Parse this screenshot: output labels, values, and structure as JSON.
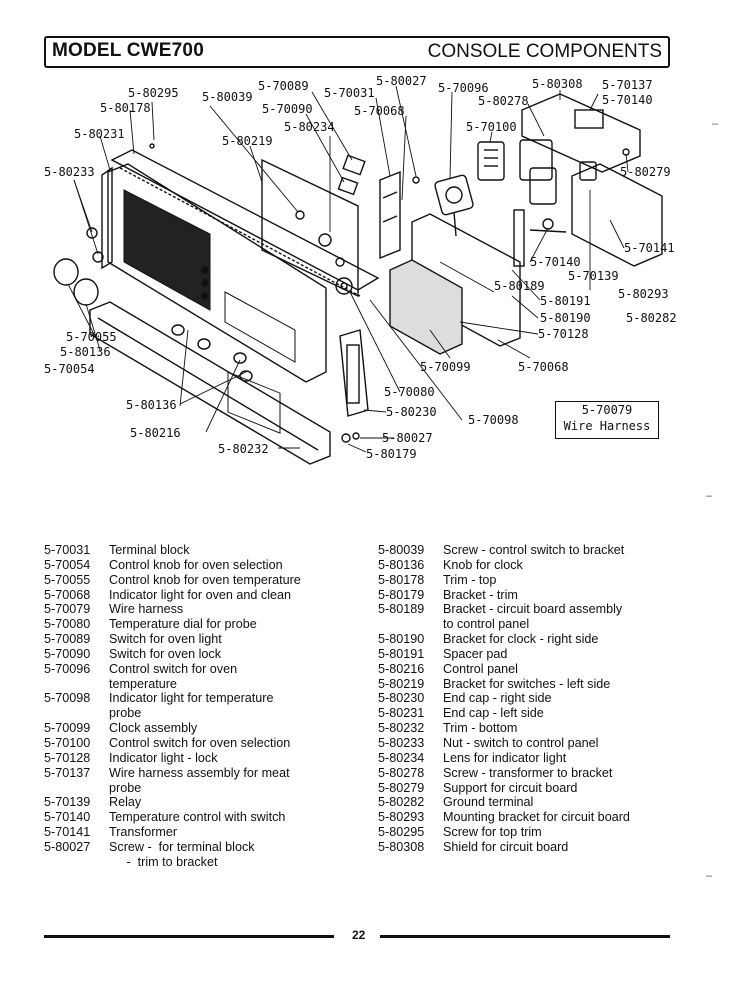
{
  "header": {
    "model": "MODEL CWE700",
    "section": "CONSOLE COMPONENTS"
  },
  "callouts": [
    {
      "id": "c1",
      "text": "5-80295"
    },
    {
      "id": "c2",
      "text": "5-80178"
    },
    {
      "id": "c3",
      "text": "5-80231"
    },
    {
      "id": "c4",
      "text": "5-80233"
    },
    {
      "id": "c5",
      "text": "5-80039"
    },
    {
      "id": "c6",
      "text": "5-80219"
    },
    {
      "id": "c7",
      "text": "5-70089"
    },
    {
      "id": "c8",
      "text": "5-70090"
    },
    {
      "id": "c9",
      "text": "5-80234"
    },
    {
      "id": "c10",
      "text": "5-70031"
    },
    {
      "id": "c11",
      "text": "5-80027"
    },
    {
      "id": "c12",
      "text": "5-70068"
    },
    {
      "id": "c13",
      "text": "5-70096"
    },
    {
      "id": "c14",
      "text": "5-80278"
    },
    {
      "id": "c15",
      "text": "5-80308"
    },
    {
      "id": "c16",
      "text": "5-70137"
    },
    {
      "id": "c17",
      "text": "5-70140"
    },
    {
      "id": "c18",
      "text": "5-70100"
    },
    {
      "id": "c19",
      "text": "5-80279"
    },
    {
      "id": "c20",
      "text": "5-70141"
    },
    {
      "id": "c21",
      "text": "5-70140"
    },
    {
      "id": "c22",
      "text": "5-70139"
    },
    {
      "id": "c23",
      "text": "5-80293"
    },
    {
      "id": "c24",
      "text": "5-80189"
    },
    {
      "id": "c25",
      "text": "5-80191"
    },
    {
      "id": "c26",
      "text": "5-80190"
    },
    {
      "id": "c27",
      "text": "5-80282"
    },
    {
      "id": "c28",
      "text": "5-70128"
    },
    {
      "id": "c29",
      "text": "5-70099"
    },
    {
      "id": "c30",
      "text": "5-70068"
    },
    {
      "id": "c31",
      "text": "5-70055"
    },
    {
      "id": "c32",
      "text": "5-80136"
    },
    {
      "id": "c33",
      "text": "5-70054"
    },
    {
      "id": "c34",
      "text": "5-70080"
    },
    {
      "id": "c35",
      "text": "5-80230"
    },
    {
      "id": "c36",
      "text": "5-70098"
    },
    {
      "id": "c37",
      "text": "5-80136"
    },
    {
      "id": "c38",
      "text": "5-80216"
    },
    {
      "id": "c39",
      "text": "5-80027"
    },
    {
      "id": "c40",
      "text": "5-80232"
    },
    {
      "id": "c41",
      "text": "5-80179"
    }
  ],
  "harness_box": {
    "number": "5-70079",
    "label": "Wire Harness"
  },
  "parts_left": [
    {
      "num": "5-70031",
      "desc": "Terminal block"
    },
    {
      "num": "5-70054",
      "desc": "Control knob for oven selection"
    },
    {
      "num": "5-70055",
      "desc": "Control knob for oven temperature"
    },
    {
      "num": "5-70068",
      "desc": "Indicator light for oven and clean"
    },
    {
      "num": "5-70079",
      "desc": "Wire harness"
    },
    {
      "num": "5-70080",
      "desc": "Temperature dial for probe"
    },
    {
      "num": "5-70089",
      "desc": "Switch for oven light"
    },
    {
      "num": "5-70090",
      "desc": "Switch for oven lock"
    },
    {
      "num": "5-70096",
      "desc": "Control switch for oven"
    },
    {
      "num": "",
      "desc": "temperature"
    },
    {
      "num": "5-70098",
      "desc": "Indicator light for temperature"
    },
    {
      "num": "",
      "desc": "probe"
    },
    {
      "num": "5-70099",
      "desc": "Clock assembly"
    },
    {
      "num": "5-70100",
      "desc": "Control switch for oven selection"
    },
    {
      "num": "5-70128",
      "desc": "Indicator light - lock"
    },
    {
      "num": "5-70137",
      "desc": "Wire harness assembly for meat"
    },
    {
      "num": "",
      "desc": "probe"
    },
    {
      "num": "5-70139",
      "desc": "Relay"
    },
    {
      "num": "5-70140",
      "desc": "Temperature control with switch"
    },
    {
      "num": "5-70141",
      "desc": "Transformer"
    },
    {
      "num": "5-80027",
      "desc": "Screw -  for terminal block"
    },
    {
      "num": "",
      "desc": "     -  trim to bracket"
    }
  ],
  "parts_right": [
    {
      "num": "5-80039",
      "desc": "Screw - control switch to bracket"
    },
    {
      "num": "5-80136",
      "desc": "Knob for clock"
    },
    {
      "num": "5-80178",
      "desc": "Trim - top"
    },
    {
      "num": "5-80179",
      "desc": "Bracket - trim"
    },
    {
      "num": "5-80189",
      "desc": "Bracket - circuit board assembly"
    },
    {
      "num": "",
      "desc": "to control panel"
    },
    {
      "num": "5-80190",
      "desc": "Bracket for clock - right side"
    },
    {
      "num": "5-80191",
      "desc": "Spacer pad"
    },
    {
      "num": "5-80216",
      "desc": "Control panel"
    },
    {
      "num": "5-80219",
      "desc": "Bracket for switches - left side"
    },
    {
      "num": "5-80230",
      "desc": "End cap - right side"
    },
    {
      "num": "5-80231",
      "desc": "End cap - left side"
    },
    {
      "num": "5-80232",
      "desc": "Trim - bottom"
    },
    {
      "num": "5-80233",
      "desc": "Nut - switch to control panel"
    },
    {
      "num": "5-80234",
      "desc": "Lens for indicator light"
    },
    {
      "num": "5-80278",
      "desc": "Screw - transformer to bracket"
    },
    {
      "num": "5-80279",
      "desc": "Support for circuit board"
    },
    {
      "num": "5-80282",
      "desc": "Ground terminal"
    },
    {
      "num": "5-80293",
      "desc": "Mounting bracket for circuit board"
    },
    {
      "num": "5-80295",
      "desc": "Screw for top trim"
    },
    {
      "num": "5-80308",
      "desc": "Shield for circuit board"
    }
  ],
  "footer": {
    "page": "22"
  }
}
